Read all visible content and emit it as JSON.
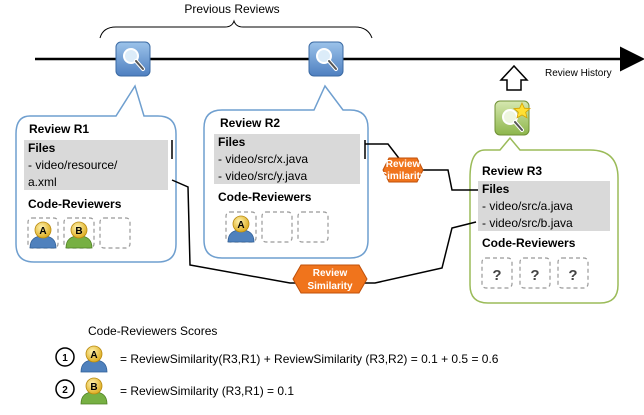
{
  "header": {
    "previous_reviews": "Previous Reviews",
    "review_history": "Review History"
  },
  "reviews": [
    {
      "title": "Review R1",
      "files_label": "Files",
      "files": [
        "- video/resource/",
        "a.xml"
      ],
      "reviewers_label": "Code-Reviewers",
      "reviewers": [
        "A",
        "B"
      ]
    },
    {
      "title": "Review R2",
      "files_label": "Files",
      "files": [
        "- video/src/x.java",
        "- video/src/y.java"
      ],
      "reviewers_label": "Code-Reviewers",
      "reviewers": [
        "A"
      ]
    },
    {
      "title": "Review R3",
      "files_label": "Files",
      "files": [
        "- video/src/a.java",
        "- video/src/b.java"
      ],
      "reviewers_label": "Code-Reviewers",
      "reviewers": [
        "?",
        "?",
        "?"
      ]
    }
  ],
  "similarity_badges": [
    {
      "line1": "Review",
      "line2": "Similarity"
    },
    {
      "line1": "Review",
      "line2": "Similarity"
    }
  ],
  "scores": {
    "title": "Code-Reviewers Scores",
    "rows": [
      {
        "rank": "1",
        "reviewer": "A",
        "formula": "= ReviewSimilarity(R3,R1) + ReviewSimilarity (R3,R2) = 0.1 + 0.5 = 0.6"
      },
      {
        "rank": "2",
        "reviewer": "B",
        "formula": "= ReviewSimilarity (R3,R1) = 0.1"
      }
    ]
  },
  "colors": {
    "review_box_blue": "#6f9fcf",
    "review_box_green": "#9bbb59",
    "files_bg": "#d9d9d9",
    "badge_fill": "#f0741c",
    "badge_text": "#ffffff",
    "avatar_head": "#f2c94c",
    "avatar_body_blue": "#4f81bd",
    "avatar_body_green": "#77b043"
  },
  "icons": {
    "review_icon": "magnifier-icon",
    "new_review_icon": "magnifier-star-icon",
    "arrow": "up-arrow-icon"
  }
}
